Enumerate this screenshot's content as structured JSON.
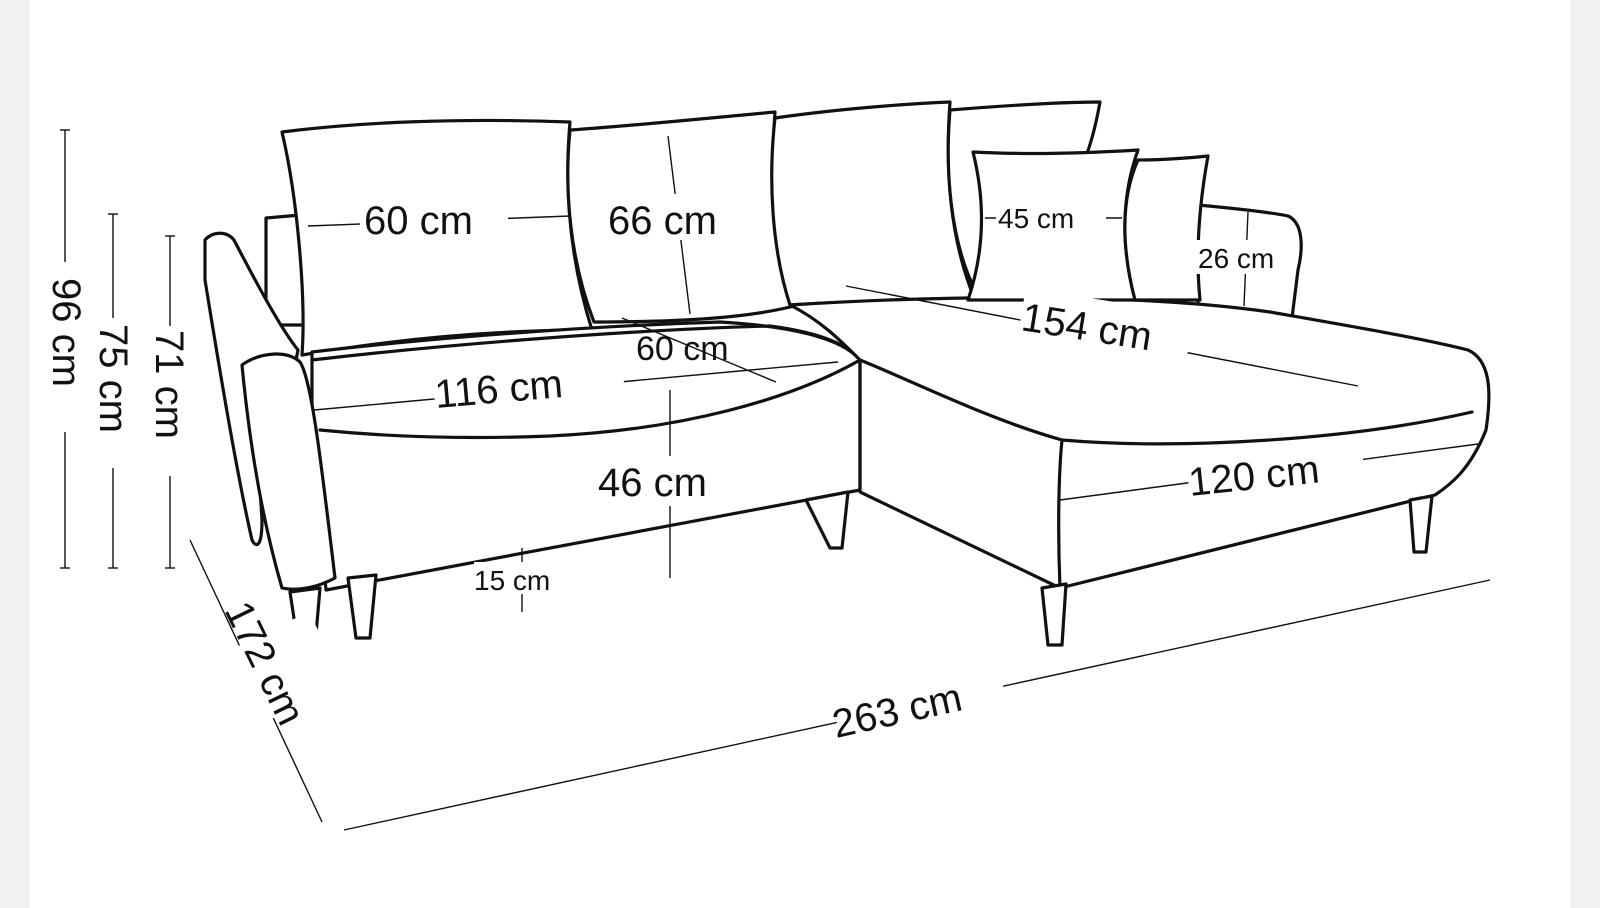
{
  "dimensions": {
    "total_height": "96 cm",
    "backrest_height": "75 cm",
    "armrest_height": "71 cm",
    "depth": "172 cm",
    "width": "263 cm",
    "large_cushion_width": "60 cm",
    "large_cushion_height": "66 cm",
    "small_cushion_width": "45 cm",
    "small_cushion_height": "26 cm",
    "seat_width": "116 cm",
    "seat_depth": "60 cm",
    "seat_height": "46 cm",
    "leg_height": "15 cm",
    "chaise_length": "154 cm",
    "chaise_width": "120 cm"
  }
}
